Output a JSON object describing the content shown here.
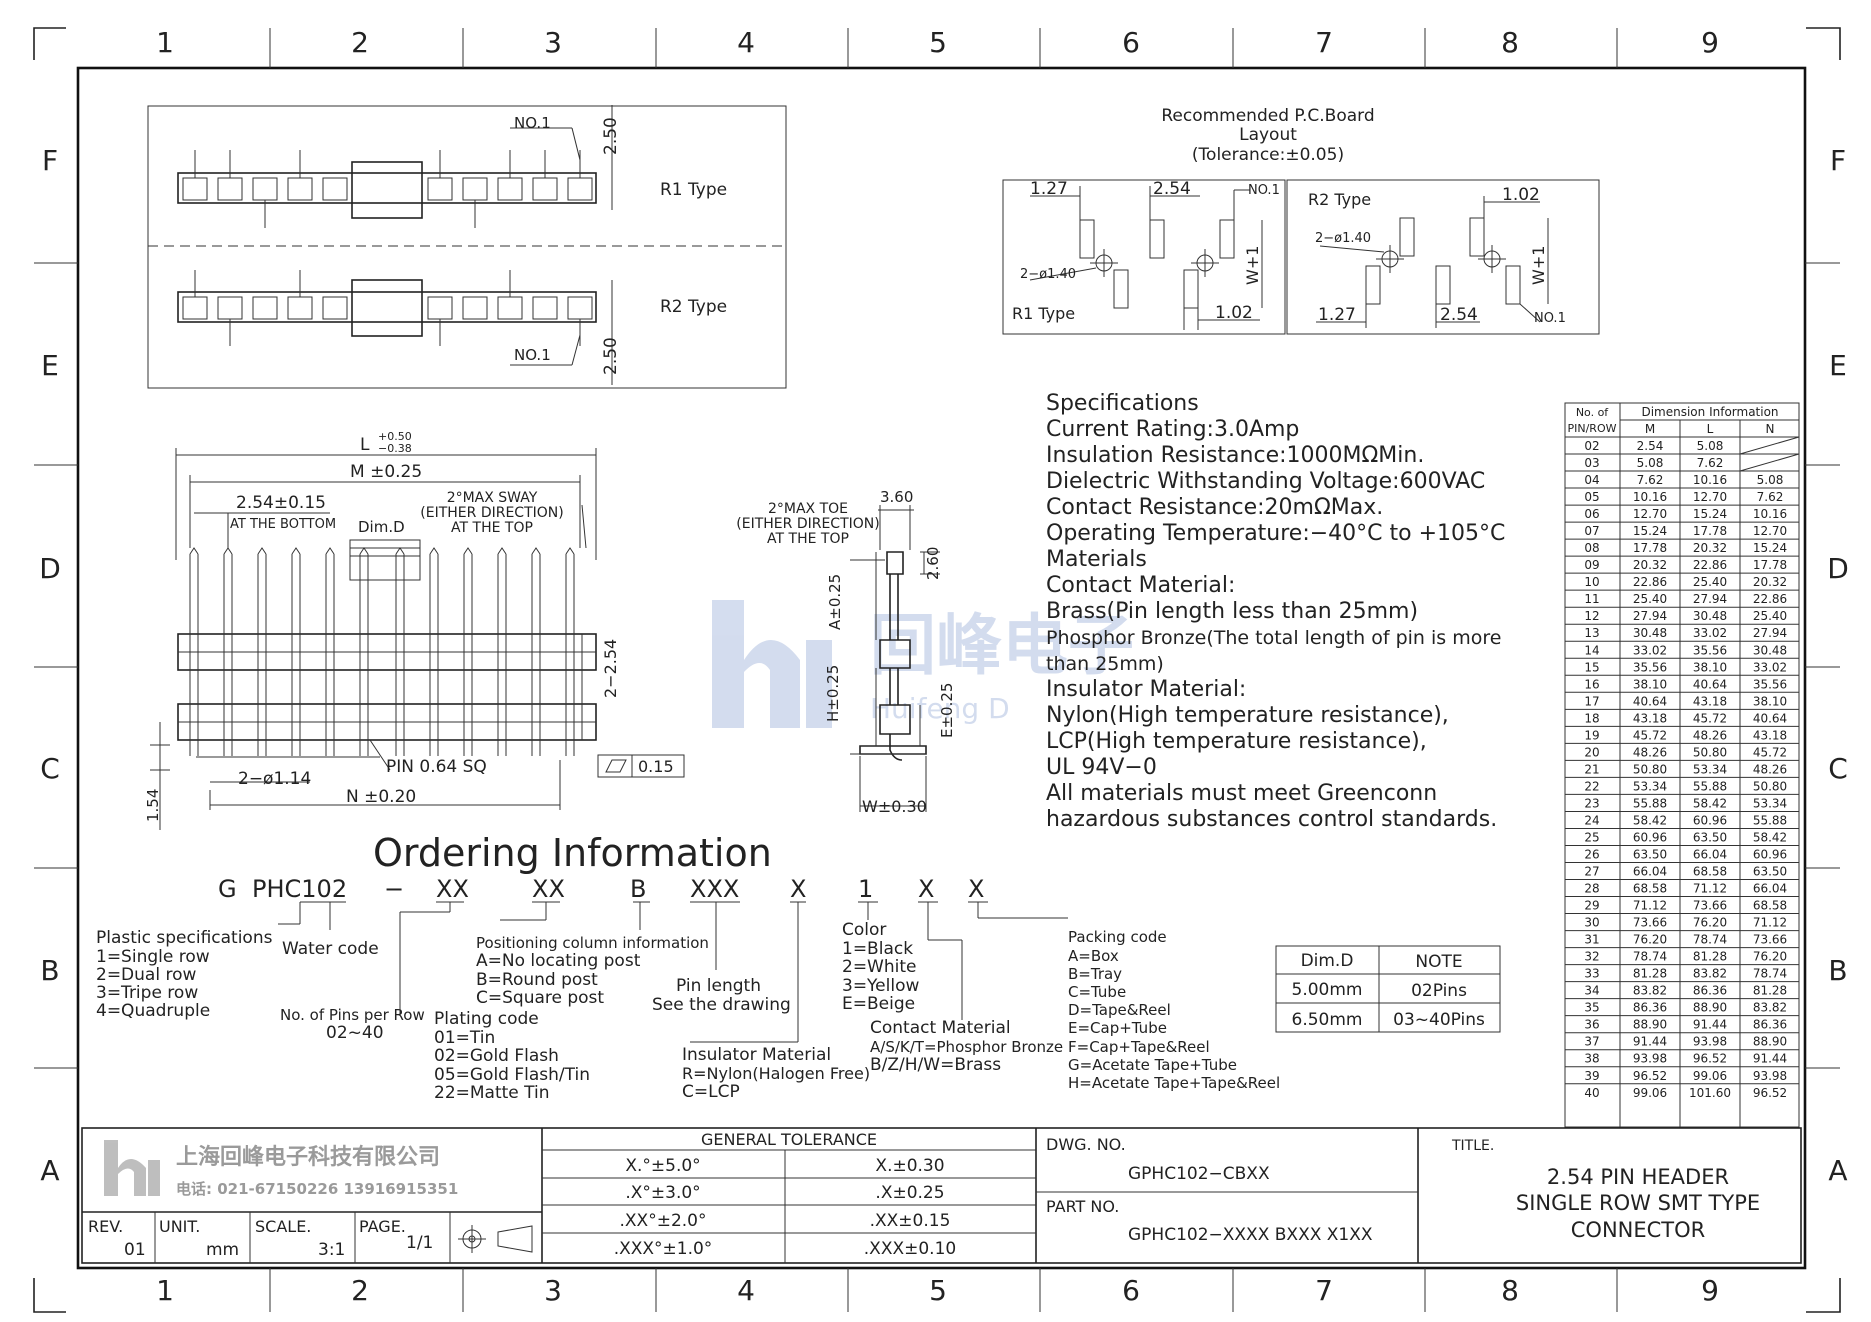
{
  "border": {
    "columns": [
      "1",
      "2",
      "3",
      "4",
      "5",
      "6",
      "7",
      "8",
      "9"
    ],
    "rows": [
      "F",
      "E",
      "D",
      "C",
      "B",
      "A"
    ]
  },
  "top_view": {
    "no1_top": "NO.1",
    "dim_top": "2.50",
    "r1_label": "R1  Type",
    "r2_label": "R2  Type",
    "no1_bottom": "NO.1",
    "dim_bottom": "2.50"
  },
  "pcb_layout": {
    "title_lines": [
      "Recommended  P.C.Board",
      "Layout",
      "(Tolerance:±0.05)"
    ],
    "r1": {
      "d127": "1.27",
      "d254": "2.54",
      "no1": "NO.1",
      "hole": "2−ø1.40",
      "w1": "W+1",
      "d102": "1.02",
      "label": "R1  Type"
    },
    "r2": {
      "label": "R2  Type",
      "d102": "1.02",
      "hole": "2−ø1.40",
      "w1": "W+1",
      "d127": "1.27",
      "d254": "2.54",
      "no1": "NO.1"
    }
  },
  "front_view": {
    "L": "L",
    "L_tol_plus": "+0.50",
    "L_tol_minus": "−0.38",
    "M": "M  ±0.25",
    "pitch": "2.54±0.15",
    "at_bottom": "AT THE BOTTOM",
    "sway_lines": [
      "2°MAX  SWAY",
      "(EITHER  DIRECTION)",
      "AT  THE  TOP"
    ],
    "dimd": "Dim.D",
    "row_pitch": "2−2.54",
    "pin_sq": "PIN  0.64  SQ",
    "flatness": "0.15",
    "holes": "2−ø1.14",
    "N": "N  ±0.20",
    "d154": "1.54"
  },
  "side_view": {
    "toe_lines": [
      "2°MAX  TOE",
      "(EITHER  DIRECTION)",
      "AT  THE  TOP"
    ],
    "d360": "3.60",
    "d260": "2.60",
    "A": "A±0.25",
    "H": "H±0.25",
    "E": "E±0.25",
    "W": "W±0.30"
  },
  "watermark": {
    "text": "回峰电子",
    "sub": "Huifeng D"
  },
  "specifications": [
    "Specifications",
    "Current  Rating:3.0Amp",
    "Insulation  Resistance:1000MΩMin.",
    "Dielectric  Withstanding  Voltage:600VAC",
    "Contact  Resistance:20mΩMax.",
    "Operating  Temperature:−40°C  to  +105°C",
    "Materials",
    "Contact  Material:",
    "Brass(Pin  length  less  than  25mm)",
    "Phosphor Bronze(The total length of pin is more",
    "than 25mm)",
    "Insulator  Material:",
    "Nylon(High  temperature  resistance),",
    "LCP(High  temperature  resistance),",
    "UL  94V−0",
    "All  materials  must  meet  Greenconn",
    "hazardous  substances  control  standards."
  ],
  "dimension_table": {
    "head_left_1": "No. of",
    "head_left_2": "PIN/ROW",
    "head_group": "Dimension  Information",
    "columns": [
      "M",
      "L",
      "N"
    ],
    "rows": [
      [
        "02",
        "2.54",
        "5.08",
        ""
      ],
      [
        "03",
        "5.08",
        "7.62",
        ""
      ],
      [
        "04",
        "7.62",
        "10.16",
        "5.08"
      ],
      [
        "05",
        "10.16",
        "12.70",
        "7.62"
      ],
      [
        "06",
        "12.70",
        "15.24",
        "10.16"
      ],
      [
        "07",
        "15.24",
        "17.78",
        "12.70"
      ],
      [
        "08",
        "17.78",
        "20.32",
        "15.24"
      ],
      [
        "09",
        "20.32",
        "22.86",
        "17.78"
      ],
      [
        "10",
        "22.86",
        "25.40",
        "20.32"
      ],
      [
        "11",
        "25.40",
        "27.94",
        "22.86"
      ],
      [
        "12",
        "27.94",
        "30.48",
        "25.40"
      ],
      [
        "13",
        "30.48",
        "33.02",
        "27.94"
      ],
      [
        "14",
        "33.02",
        "35.56",
        "30.48"
      ],
      [
        "15",
        "35.56",
        "38.10",
        "33.02"
      ],
      [
        "16",
        "38.10",
        "40.64",
        "35.56"
      ],
      [
        "17",
        "40.64",
        "43.18",
        "38.10"
      ],
      [
        "18",
        "43.18",
        "45.72",
        "40.64"
      ],
      [
        "19",
        "45.72",
        "48.26",
        "43.18"
      ],
      [
        "20",
        "48.26",
        "50.80",
        "45.72"
      ],
      [
        "21",
        "50.80",
        "53.34",
        "48.26"
      ],
      [
        "22",
        "53.34",
        "55.88",
        "50.80"
      ],
      [
        "23",
        "55.88",
        "58.42",
        "53.34"
      ],
      [
        "24",
        "58.42",
        "60.96",
        "55.88"
      ],
      [
        "25",
        "60.96",
        "63.50",
        "58.42"
      ],
      [
        "26",
        "63.50",
        "66.04",
        "60.96"
      ],
      [
        "27",
        "66.04",
        "68.58",
        "63.50"
      ],
      [
        "28",
        "68.58",
        "71.12",
        "66.04"
      ],
      [
        "29",
        "71.12",
        "73.66",
        "68.58"
      ],
      [
        "30",
        "73.66",
        "76.20",
        "71.12"
      ],
      [
        "31",
        "76.20",
        "78.74",
        "73.66"
      ],
      [
        "32",
        "78.74",
        "81.28",
        "76.20"
      ],
      [
        "33",
        "81.28",
        "83.82",
        "78.74"
      ],
      [
        "34",
        "83.82",
        "86.36",
        "81.28"
      ],
      [
        "35",
        "86.36",
        "88.90",
        "83.82"
      ],
      [
        "36",
        "88.90",
        "91.44",
        "86.36"
      ],
      [
        "37",
        "91.44",
        "93.98",
        "88.90"
      ],
      [
        "38",
        "93.98",
        "96.52",
        "91.44"
      ],
      [
        "39",
        "96.52",
        "99.06",
        "93.98"
      ],
      [
        "40",
        "99.06",
        "101.60",
        "96.52"
      ]
    ]
  },
  "ordering": {
    "title": "Ordering  Information",
    "code": [
      "G",
      "PHC102",
      "−",
      "XX",
      "XX",
      "B",
      "XXX",
      "X",
      "1",
      "X",
      "X"
    ],
    "plastic": [
      "Plastic  specifications",
      "1=Single  row",
      "2=Dual  row",
      "3=Tripe  row",
      "4=Quadruple"
    ],
    "water": "Water  code",
    "pins_per_row": [
      "No.  of  Pins  per  Row",
      "02~40"
    ],
    "plating": [
      "Plating  code",
      "01=Tin",
      "02=Gold  Flash",
      "05=Gold  Flash/Tin",
      "22=Matte  Tin"
    ],
    "positioning": [
      "Positioning  column  information",
      "A=No  locating  post",
      "B=Round  post",
      "C=Square  post"
    ],
    "pin_length": [
      "Pin  length",
      "See  the  drawing"
    ],
    "insulator": [
      "Insulator  Material",
      "R=Nylon(Halogen  Free)",
      "C=LCP"
    ],
    "color": [
      "Color",
      "1=Black",
      "2=White",
      "3=Yellow",
      "E=Beige"
    ],
    "contact": [
      "Contact  Material",
      "A/S/K/T=Phosphor  Bronze",
      "B/Z/H/W=Brass"
    ],
    "packing": [
      "Packing  code",
      "A=Box",
      "B=Tray",
      "C=Tube",
      "D=Tape&Reel",
      "E=Cap+Tube",
      "F=Cap+Tape&Reel",
      "G=Acetate  Tape+Tube",
      "H=Acetate  Tape+Tape&Reel"
    ]
  },
  "dimd_table": {
    "head": [
      "Dim.D",
      "NOTE"
    ],
    "rows": [
      [
        "5.00mm",
        "02Pins"
      ],
      [
        "6.50mm",
        "03~40Pins"
      ]
    ]
  },
  "title_block": {
    "company": "上海回峰电子科技有限公司",
    "phone": "电话: 021-67150226   13916915351",
    "rev_label": "REV.",
    "rev": "01",
    "unit_label": "UNIT.",
    "unit": "mm",
    "scale_label": "SCALE.",
    "scale": "3:1",
    "page_label": "PAGE.",
    "page": "1/1",
    "tolerance_head": "GENERAL TOLERANCE",
    "tolerance": [
      [
        "X.°±5.0°",
        "X.±0.30"
      ],
      [
        ".X°±3.0°",
        ".X±0.25"
      ],
      [
        ".XX°±2.0°",
        ".XX±0.15"
      ],
      [
        ".XXX°±1.0°",
        ".XXX±0.10"
      ]
    ],
    "dwg_label": "DWG. NO.",
    "dwg": "GPHC102−CBXX",
    "part_label": "PART NO.",
    "part": "GPHC102−XXXX  BXXX  X1XX",
    "title_label": "TITLE.",
    "title_lines": [
      "2.54  PIN  HEADER",
      "SINGLE  ROW  SMT  TYPE",
      "CONNECTOR"
    ]
  }
}
